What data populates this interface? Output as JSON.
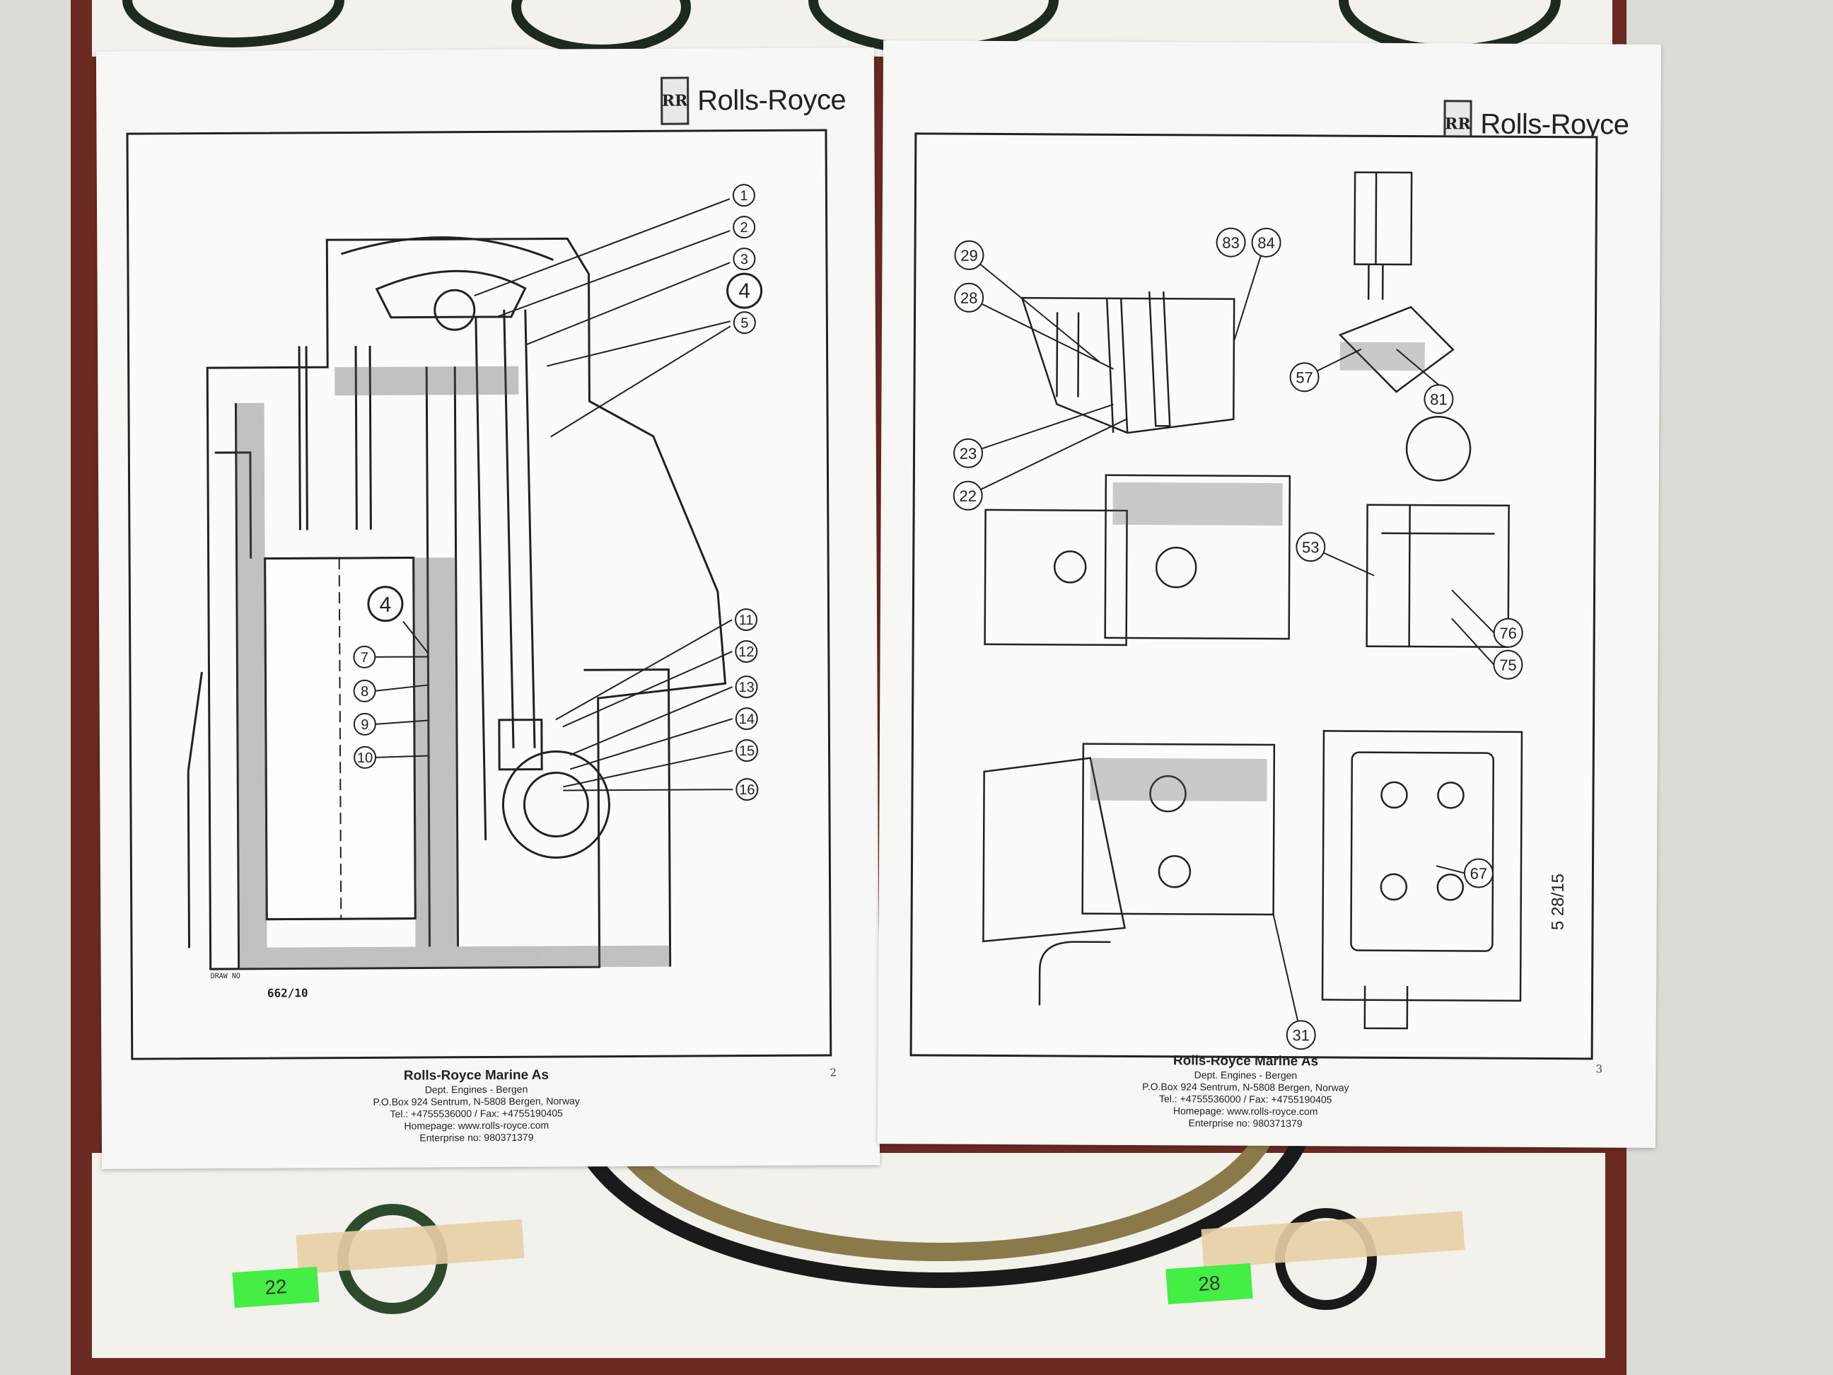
{
  "brand": "Rolls-Royce",
  "brand_monogram": "RR",
  "left_page": {
    "drawing_no_label": "DRAW NO",
    "drawing_no": "662/10",
    "page_number": "2",
    "callouts": [
      "1",
      "2",
      "3",
      "4",
      "5",
      "4",
      "7",
      "8",
      "9",
      "10",
      "11",
      "12",
      "13",
      "14",
      "15",
      "16"
    ]
  },
  "right_page": {
    "page_number": "3",
    "drawing_ref": "5 28/15",
    "callouts": [
      "83",
      "84",
      "29",
      "28",
      "57",
      "81",
      "23",
      "22",
      "53",
      "76",
      "75",
      "67",
      "31"
    ]
  },
  "footer": {
    "company": "Rolls-Royce Marine As",
    "dept": "Dept. Engines - Bergen",
    "address": "P.O.Box 924 Sentrum, N-5808 Bergen, Norway",
    "phone": "Tel.: +4755536000 / Fax: +4755190405",
    "homepage": "Homepage: www.rolls-royce.com",
    "enterprise": "Enterprise no: 980371379"
  },
  "stickers": [
    "22",
    "28"
  ],
  "colors": {
    "sticker": "#44ee44",
    "box": "#6a2a22",
    "paper": "#f7f7f5"
  }
}
